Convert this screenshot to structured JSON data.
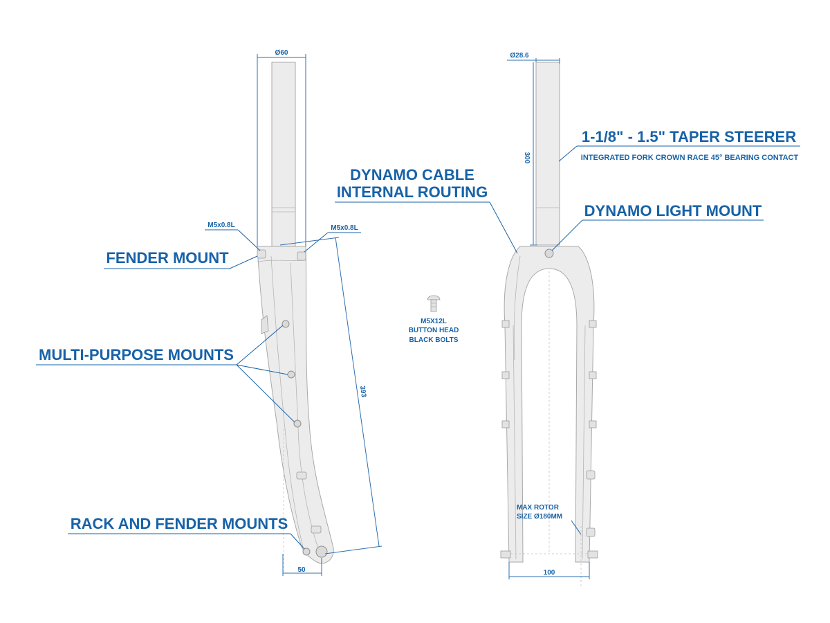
{
  "callouts": {
    "fender_mount": "FENDER MOUNT",
    "multi_purpose_mounts": "MULTI-PURPOSE MOUNTS",
    "rack_and_fender_mounts": "RACK AND FENDER MOUNTS",
    "dynamo_cable_line1": "DYNAMO CABLE",
    "dynamo_cable_line2": "INTERNAL ROUTING",
    "taper_steerer": "1-1/8\" - 1.5\" TAPER STEERER",
    "taper_steerer_note": "INTEGRATED FORK CROWN RACE 45° BEARING CONTACT",
    "dynamo_light_mount": "DYNAMO LIGHT MOUNT"
  },
  "dimensions": {
    "side_steerer_diameter": "Ø60",
    "front_steerer_diameter": "Ø28.6",
    "steerer_length": "300",
    "axle_to_crown": "393",
    "offset": "50",
    "axle_spacing": "100",
    "thread_left": "M5x0.8L",
    "thread_right": "M5x0.8L"
  },
  "bolt_note": {
    "line1": "M5X12L",
    "line2": "BUTTON HEAD",
    "line3": "BLACK BOLTS"
  },
  "rotor_note": {
    "line1": "MAX ROTOR",
    "line2": "SIZE Ø180MM"
  },
  "colors": {
    "accent": "#1762a8",
    "fork_fill": "#ececec",
    "fork_outline": "#a9a9a9"
  }
}
